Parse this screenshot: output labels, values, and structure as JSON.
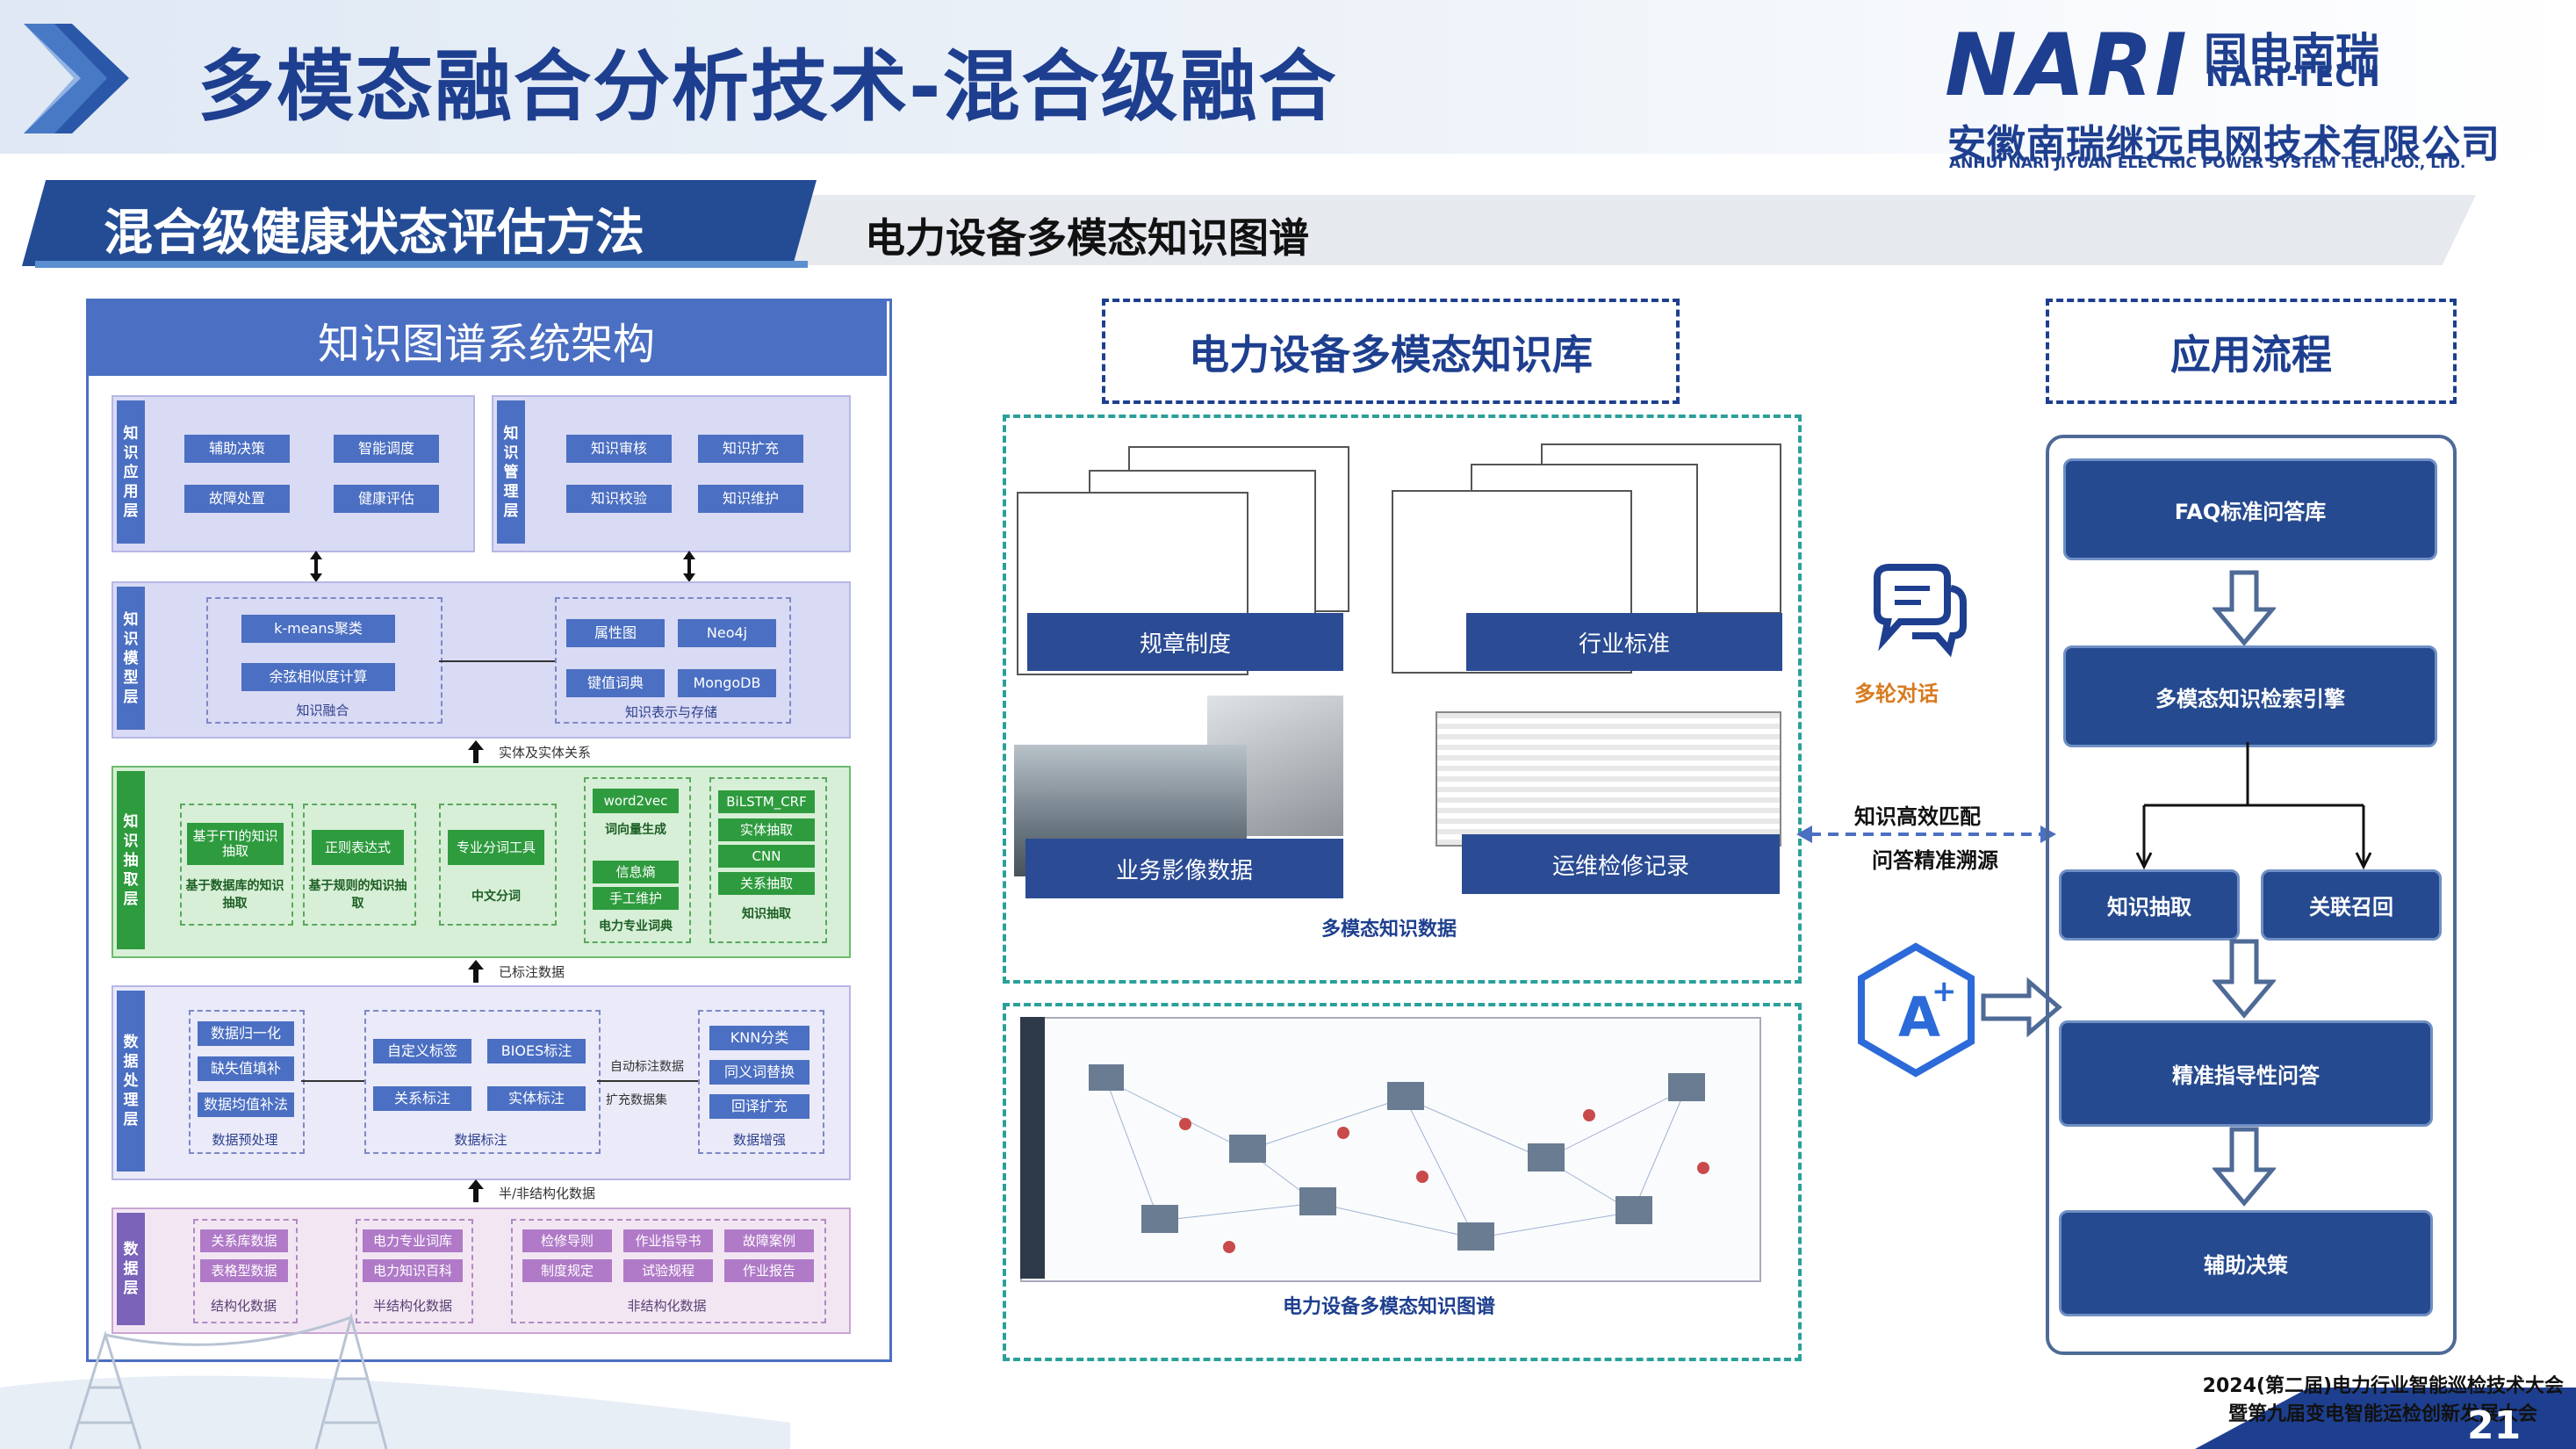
{
  "header": {
    "title": "多模态融合分析技术-混合级融合",
    "logo_nari": "NARI",
    "logo_cn": "国电南瑞",
    "logo_tech": "NARI-TECH",
    "logo_company": "安徽南瑞继远电网技术有限公司",
    "logo_company_en": "ANHUI NARI JIYUAN ELECTRIC POWER SYSTEM TECH CO., LTD."
  },
  "section": {
    "subtitle": "混合级健康状态评估方法",
    "kg_title": "电力设备多模态知识图谱"
  },
  "architecture": {
    "title": "知识图谱系统架构",
    "app_layer": {
      "label": "知识应用层",
      "items": [
        "辅助决策",
        "智能调度",
        "故障处置",
        "健康评估"
      ]
    },
    "mgmt_layer": {
      "label": "知识管理层",
      "items": [
        "知识审核",
        "知识扩充",
        "知识校验",
        "知识维护"
      ]
    },
    "model_layer": {
      "label": "知识模型层",
      "fusion": [
        "k-means聚类",
        "余弦相似度计算"
      ],
      "fusion_label": "知识融合",
      "storage": [
        "属性图",
        "Neo4j",
        "键值词典",
        "MongoDB"
      ],
      "storage_label": "知识表示与存储"
    },
    "entity_rel": "实体及实体关系",
    "extract_layer": {
      "label": "知识抽取层",
      "g1": [
        "基于FTI的知识抽取",
        "基于数据库的知识抽取"
      ],
      "g2": [
        "正则表达式",
        "基于规则的知识抽取"
      ],
      "g3": [
        "专业分词工具",
        "中文分词"
      ],
      "g4": [
        "word2vec",
        "词向量生成",
        "信息熵",
        "手工维护",
        "电力专业词典"
      ],
      "g5": [
        "BiLSTM_CRF",
        "实体抽取",
        "CNN",
        "关系抽取",
        "知识抽取"
      ]
    },
    "labeled": "已标注数据",
    "process_layer": {
      "label": "数据处理层",
      "pre": [
        "数据归一化",
        "缺失值填补",
        "数据均值补法"
      ],
      "pre_label": "数据预处理",
      "ann": [
        "自定义标签",
        "BIOES标注",
        "关系标注",
        "实体标注"
      ],
      "ann_label": "数据标注",
      "auto1": "自动标注数据",
      "auto2": "扩充数据集",
      "aug": [
        "KNN分类",
        "同义词替换",
        "回译扩充"
      ],
      "aug_label": "数据增强"
    },
    "semi": "半/非结构化数据",
    "data_layer": {
      "label": "数据层",
      "s1": [
        "关系库数据",
        "表格型数据"
      ],
      "s1_label": "结构化数据",
      "s2": [
        "电力专业词库",
        "电力知识百科"
      ],
      "s2_label": "半结构化数据",
      "s3": [
        "检修导则",
        "作业指导书",
        "故障案例",
        "制度规定",
        "试验规程",
        "作业报告"
      ],
      "s3_label": "非结构化数据"
    }
  },
  "knowledge_base": {
    "title": "电力设备多模态知识库",
    "cards": [
      "规章制度",
      "行业标准",
      "业务影像数据",
      "运维检修记录"
    ],
    "data_label": "多模态知识数据",
    "graph_label": "电力设备多模态知识图谱"
  },
  "middle_icons": {
    "dialog": "多轮对话",
    "match": "知识高效匹配",
    "trace": "问答精准溯源"
  },
  "flow": {
    "title": "应用流程",
    "steps": [
      "FAQ标准问答库",
      "多模态知识检索引擎",
      "知识抽取",
      "关联召回",
      "精准指导性问答",
      "辅助决策"
    ]
  },
  "footer": {
    "line1": "2024(第二届)电力行业智能巡检技术大会",
    "line2": "暨第九届变电智能运检创新发展大会",
    "page": "21"
  }
}
